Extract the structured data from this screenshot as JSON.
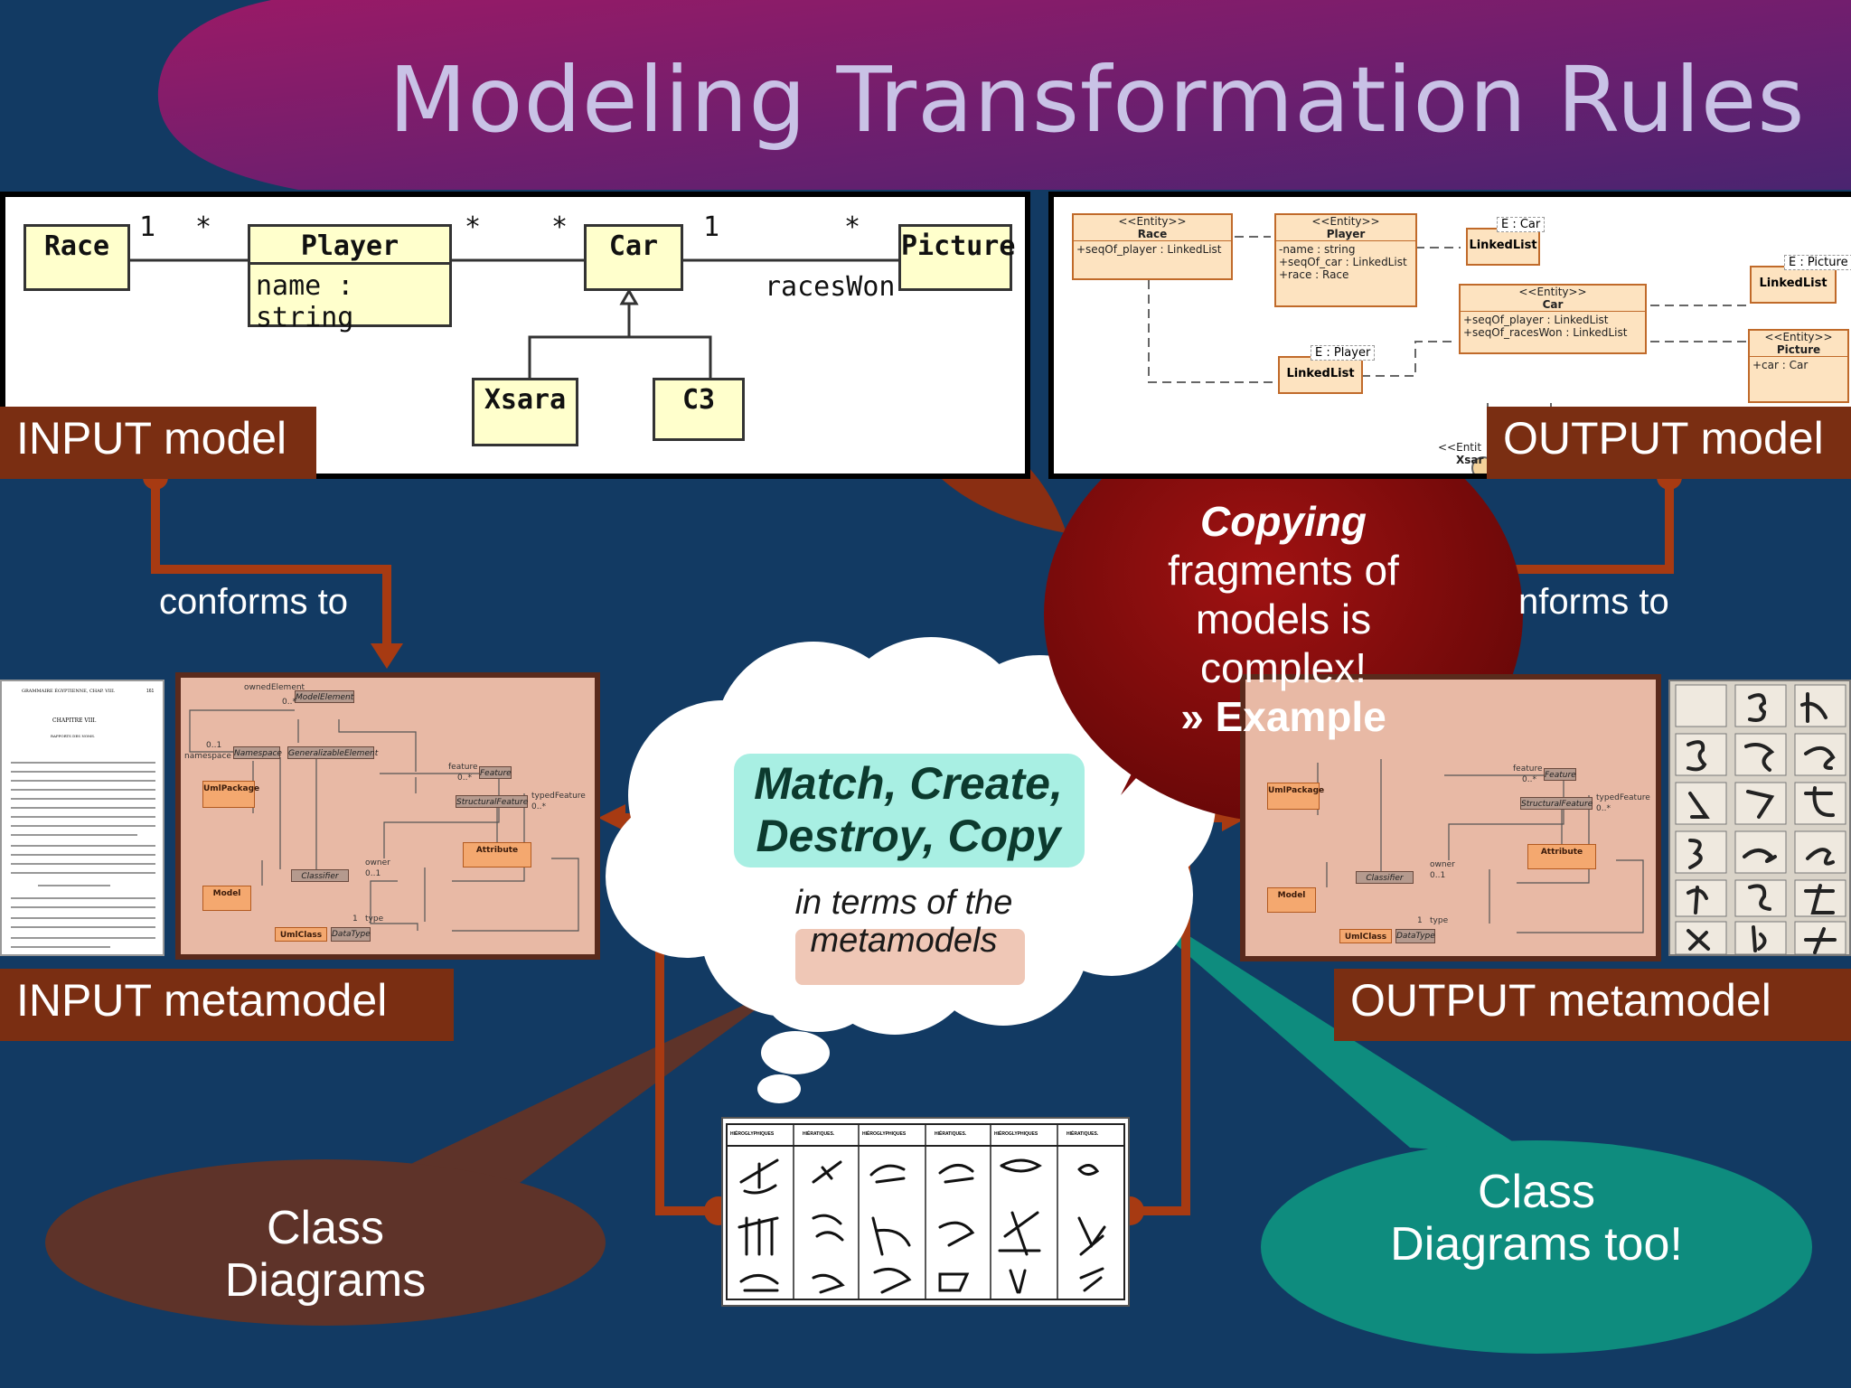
{
  "slide": {
    "title": "Modeling Transformation Rules"
  },
  "input_model": {
    "tag": "INPUT model",
    "classes": {
      "race": "Race",
      "player": "Player",
      "player_attr": "name : string",
      "car": "Car",
      "picture": "Picture",
      "xsara": "Xsara",
      "c3": "C3"
    },
    "multiplicities": {
      "race_one": "1",
      "race_star": "*",
      "player_star": "*",
      "car_star": "*",
      "car_one": "1",
      "picture_star": "*"
    },
    "association_label": "racesWon"
  },
  "output_model": {
    "tag": "OUTPUT model",
    "entities": {
      "race_stereo": "<<Entity>>",
      "race_name": "Race",
      "race_attr": "+seqOf_player : LinkedList",
      "player_stereo": "<<Entity>>",
      "player_name": "Player",
      "player_attr1": "-name : string",
      "player_attr2": "+seqOf_car : LinkedList",
      "player_attr3": "+race : Race",
      "car_stereo": "<<Entity>>",
      "car_name": "Car",
      "car_attr1": "+seqOf_player : LinkedList",
      "car_attr2": "+seqOf_racesWon : LinkedList",
      "picture_stereo": "<<Entity>>",
      "picture_name": "Picture",
      "picture_attr": "+car : Car",
      "partial_stereo": "<<Entit",
      "partial_name": "Xsar"
    },
    "linked_lists": {
      "ll_car_tag": "E : Car",
      "ll_car": "LinkedList",
      "ll_player_tag": "E : Player",
      "ll_player": "LinkedList",
      "ll_picture_tag": "E : Picture",
      "ll_picture": "LinkedList"
    }
  },
  "conforms": {
    "left": "conforms to",
    "right": "nforms to"
  },
  "input_metamodel": {
    "tag": "INPUT metamodel"
  },
  "output_metamodel": {
    "tag": "OUTPUT metamodel"
  },
  "metamodel_diagram": {
    "model_element": "ModelElement",
    "owned_element": "ownedElement",
    "owned_mult": "0..*",
    "namespace": "Namespace",
    "namespace_role": "namespace",
    "namespace_mult": "0..1",
    "generalizable": "GeneralizableElement",
    "feature": "Feature",
    "feature_role": "feature",
    "feature_mult": "0..*",
    "uml_package": "UmlPackage",
    "structural_feature": "StructuralFeature",
    "typed_feature": "typedFeature",
    "typed_mult": "0..*",
    "attribute": "Attribute",
    "model": "Model",
    "classifier": "Classifier",
    "owner": "owner",
    "owner_mult": "0..1",
    "type_role": "type",
    "type_mult": "1",
    "uml_class": "UmlClass",
    "data_type": "DataType"
  },
  "speech_bubble": {
    "line1": "Copying",
    "line2": "fragments of",
    "line3": "models is",
    "line4": "complex!",
    "line5": "» Example"
  },
  "cloud": {
    "main_line1": "Match, Create,",
    "main_line2": "Destroy, Copy",
    "sub_line1": "in terms of the",
    "sub_line2": "metamodels"
  },
  "callouts": {
    "left_line1": "Class",
    "left_line2": "Diagrams",
    "right_line1": "Class",
    "right_line2": "Diagrams too!"
  },
  "hieroglyph_table": {
    "headers": [
      "HIÉROGLYPHIQUES",
      "HIÉRATIQUES.",
      "HIÉROGLYPHIQUES",
      "HIÉRATIQUES.",
      "HIÉROGLYPHIQUES",
      "HIÉRATIQUES."
    ]
  },
  "left_page": {
    "header": "GRAMMAIRE ÉGYPTIENNE, CHAP. VIII.",
    "page_no": "161",
    "chapter": "CHAPITRE VIII.",
    "subtitle": "RAPPORTS DES NOMS."
  },
  "colors": {
    "background": "#123a63",
    "banner": "#8e1a6a",
    "tag": "#7a2e12",
    "speech": "#8b0c0c",
    "teal": "#0e8c7e",
    "brown_callout": "#5e3329"
  }
}
